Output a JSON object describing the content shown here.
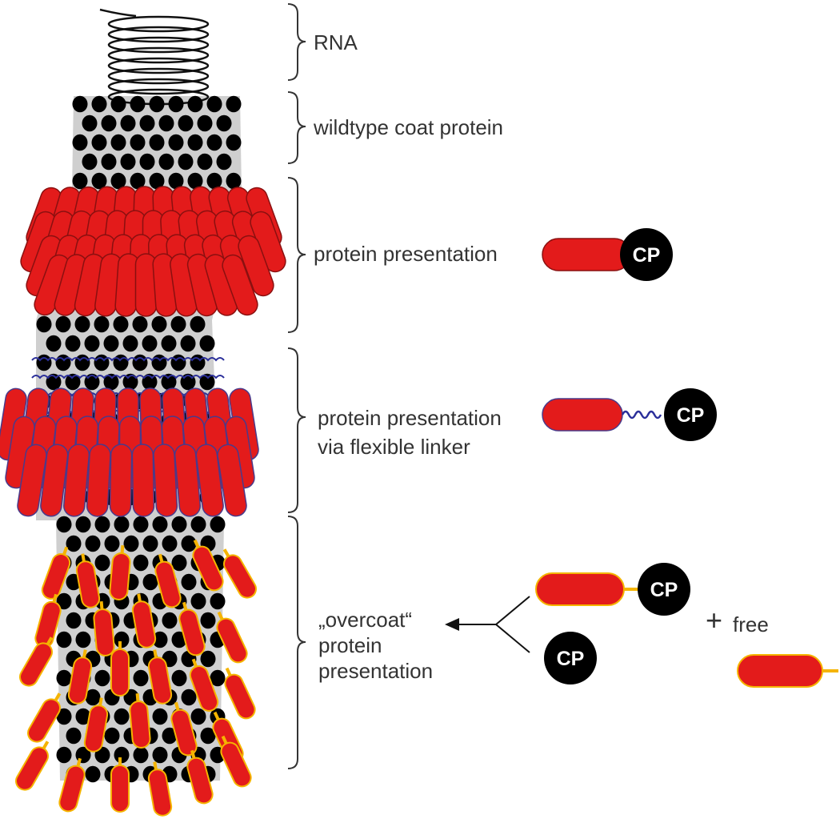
{
  "labels": {
    "rna": "RNA",
    "wildtype": "wildtype coat protein",
    "presentation": "protein presentation",
    "linker_line1": "protein presentation",
    "linker_line2": "via flexible linker",
    "overcoat_line1": "„overcoat“",
    "overcoat_line2": "protein",
    "overcoat_line3": "presentation",
    "plus": "+",
    "free": "free"
  },
  "cp_label": "CP",
  "colors": {
    "protein_fill": "#e31b1b",
    "protein_stroke_dark": "#8a1010",
    "coat_subunit": "#000000",
    "virus_body": "#cfcfcf",
    "linker": "#2b2f9a",
    "overcoat_linker": "#f5b400",
    "rna_coil": "#111111",
    "bracket": "#333333",
    "text": "#333333"
  }
}
